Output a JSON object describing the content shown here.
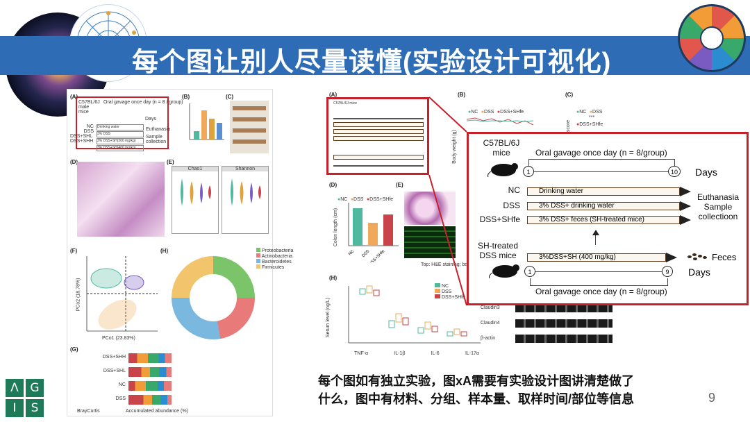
{
  "slide": {
    "title": "每个图让别人尽量读懂(实验设计可视化)",
    "page_number": "9",
    "caption_line1": "每个图如有独立实验，图xA需要有实验设计图讲清楚做了",
    "caption_line2": "什么，图中有材料、分组、样本量、取样时间/部位等信息",
    "logo_letters": [
      "Λ",
      "G",
      "I",
      "S"
    ]
  },
  "left_figure": {
    "panel_labels": [
      "(A)",
      "(B)",
      "(C)",
      "(D)",
      "(E)",
      "(F)",
      "(G)",
      "(H)"
    ],
    "a_mouse": "C57BL/6J male mice",
    "a_gavage": "Oral gavage once day (n = 8 / group)",
    "a_days": "Days",
    "a_groups": [
      "NC",
      "DSS",
      "DSS+SHL",
      "DSS+SHH"
    ],
    "a_treatments": [
      "Drinking water",
      "3% DSS",
      "3% DSS+SH(200 mg/kg)",
      "3% DSS+SH(400 mg/kg)"
    ],
    "a_outcomes": [
      "Euthanasia",
      "Sample",
      "collection"
    ],
    "e_titles": [
      "Chao1",
      "Shannon"
    ],
    "f_axes": [
      "PCo1 (23.83%)",
      "PCo2 (18.78%)"
    ],
    "h_legend": [
      "Proteobacteria",
      "Actinobacteria",
      "Bacteroidetes",
      "Firmicutes"
    ],
    "g_groups": [
      "DSS+SHH",
      "DSS+SHL",
      "NC",
      "DSS"
    ],
    "g_axes": [
      "BrayCurtis",
      "Accumulated abundance (%)"
    ]
  },
  "right_figure": {
    "panel_labels": [
      "(A)",
      "(B)",
      "(C)",
      "(D)",
      "(E)",
      "(H)"
    ],
    "legend": [
      "NC",
      "DSS",
      "DSS+SHfe"
    ],
    "d_ylabel": "Colon length (cm)",
    "d_categories": [
      "NC",
      "DSS",
      "DSS+SHfe"
    ],
    "d_values": [
      7.2,
      4.4,
      6.0
    ],
    "h_ylabel": "Serum level (ng/L)",
    "h_categories": [
      "TNF-α",
      "IL-1β",
      "IL-6",
      "IL-17α"
    ],
    "e_caption": "Top: H&E staining; bo",
    "blot_labels": [
      "Claudin3",
      "Claudin4",
      "β-actin"
    ],
    "b_ylabel": "Body weight (g)",
    "c_ylabel": "score",
    "star_marks": "***"
  },
  "callout": {
    "mouse1": "C57BL/6J\nmice",
    "gavage_top": "Oral gavage once day (n = 8/group)",
    "day_start": "1",
    "day_end_top": "10",
    "days_label": "Days",
    "groups": [
      "NC",
      "DSS",
      "DSS+SHfe"
    ],
    "treatments": [
      "Drinking water",
      "3% DSS+ drinking water",
      "3% DSS+ feces (SH-treated mice)"
    ],
    "outcome": [
      "Euthanasia",
      "Sample",
      "collectioon"
    ],
    "mouse2": "SH-treated\nDSS mice",
    "sh_treatment": "3%DSS+SH (400 mg/kg)",
    "feces_label": "Feces",
    "day_end_bottom": "9",
    "gavage_bottom": "Oral gavage once day (n = 8/group)"
  },
  "colors": {
    "banner": "#2e6cb5",
    "highlight": "#c8202a",
    "nc": "#4fb99f",
    "dss": "#f0a85a",
    "shfe": "#c8434a",
    "logo": "#1e7a58"
  }
}
